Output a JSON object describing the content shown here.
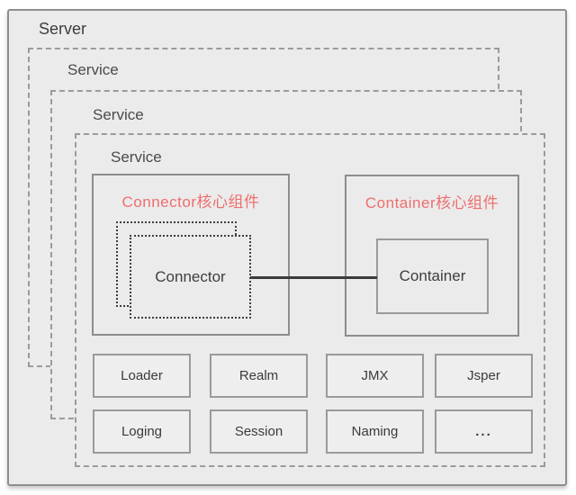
{
  "server": {
    "label": "Server"
  },
  "services": [
    {
      "label": "Service"
    },
    {
      "label": "Service"
    },
    {
      "label": "Service"
    }
  ],
  "connector_group": {
    "title": "Connector核心组件",
    "box_label": "Connector"
  },
  "container_group": {
    "title": "Container核心组件",
    "box_label": "Container"
  },
  "components": {
    "row1": [
      "Loader",
      "Realm",
      "JMX",
      "Jsper"
    ],
    "row2": [
      "Loging",
      "Session",
      "Naming",
      "..."
    ]
  },
  "colors": {
    "accent_red": "#ef6e6e",
    "panel_bg": "#ebebeb",
    "border_gray": "#9a9a9a",
    "line_dark": "#3b3b3b"
  }
}
